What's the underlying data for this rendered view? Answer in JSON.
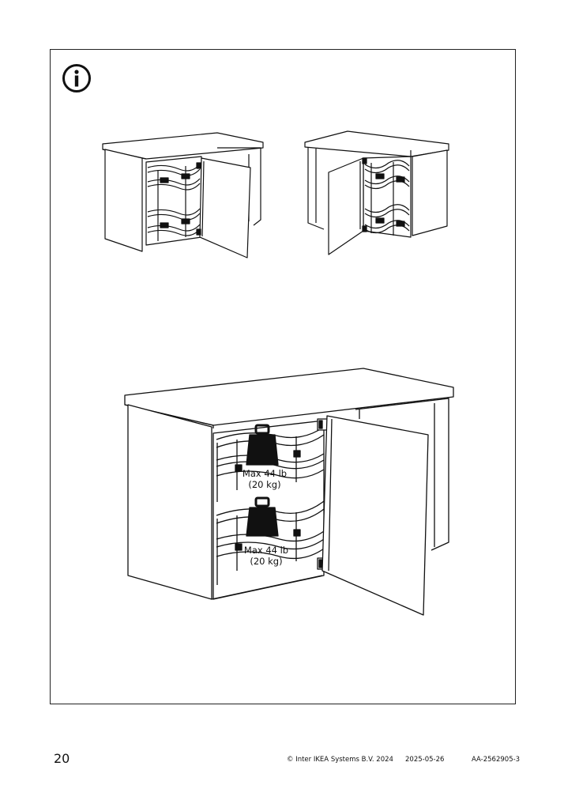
{
  "page": {
    "number": "20",
    "copyright": "© Inter IKEA Systems B.V. 2024",
    "date": "2025-05-26",
    "article_code": "AA-2562905-3"
  },
  "icons": {
    "info": "info-circle-icon"
  },
  "main_illustration": {
    "upper_load_line1": "Max 44 lb",
    "upper_load_line2": "(20 kg)",
    "lower_load_line1": "Max 44 lb",
    "lower_load_line2": "(20 kg)"
  }
}
